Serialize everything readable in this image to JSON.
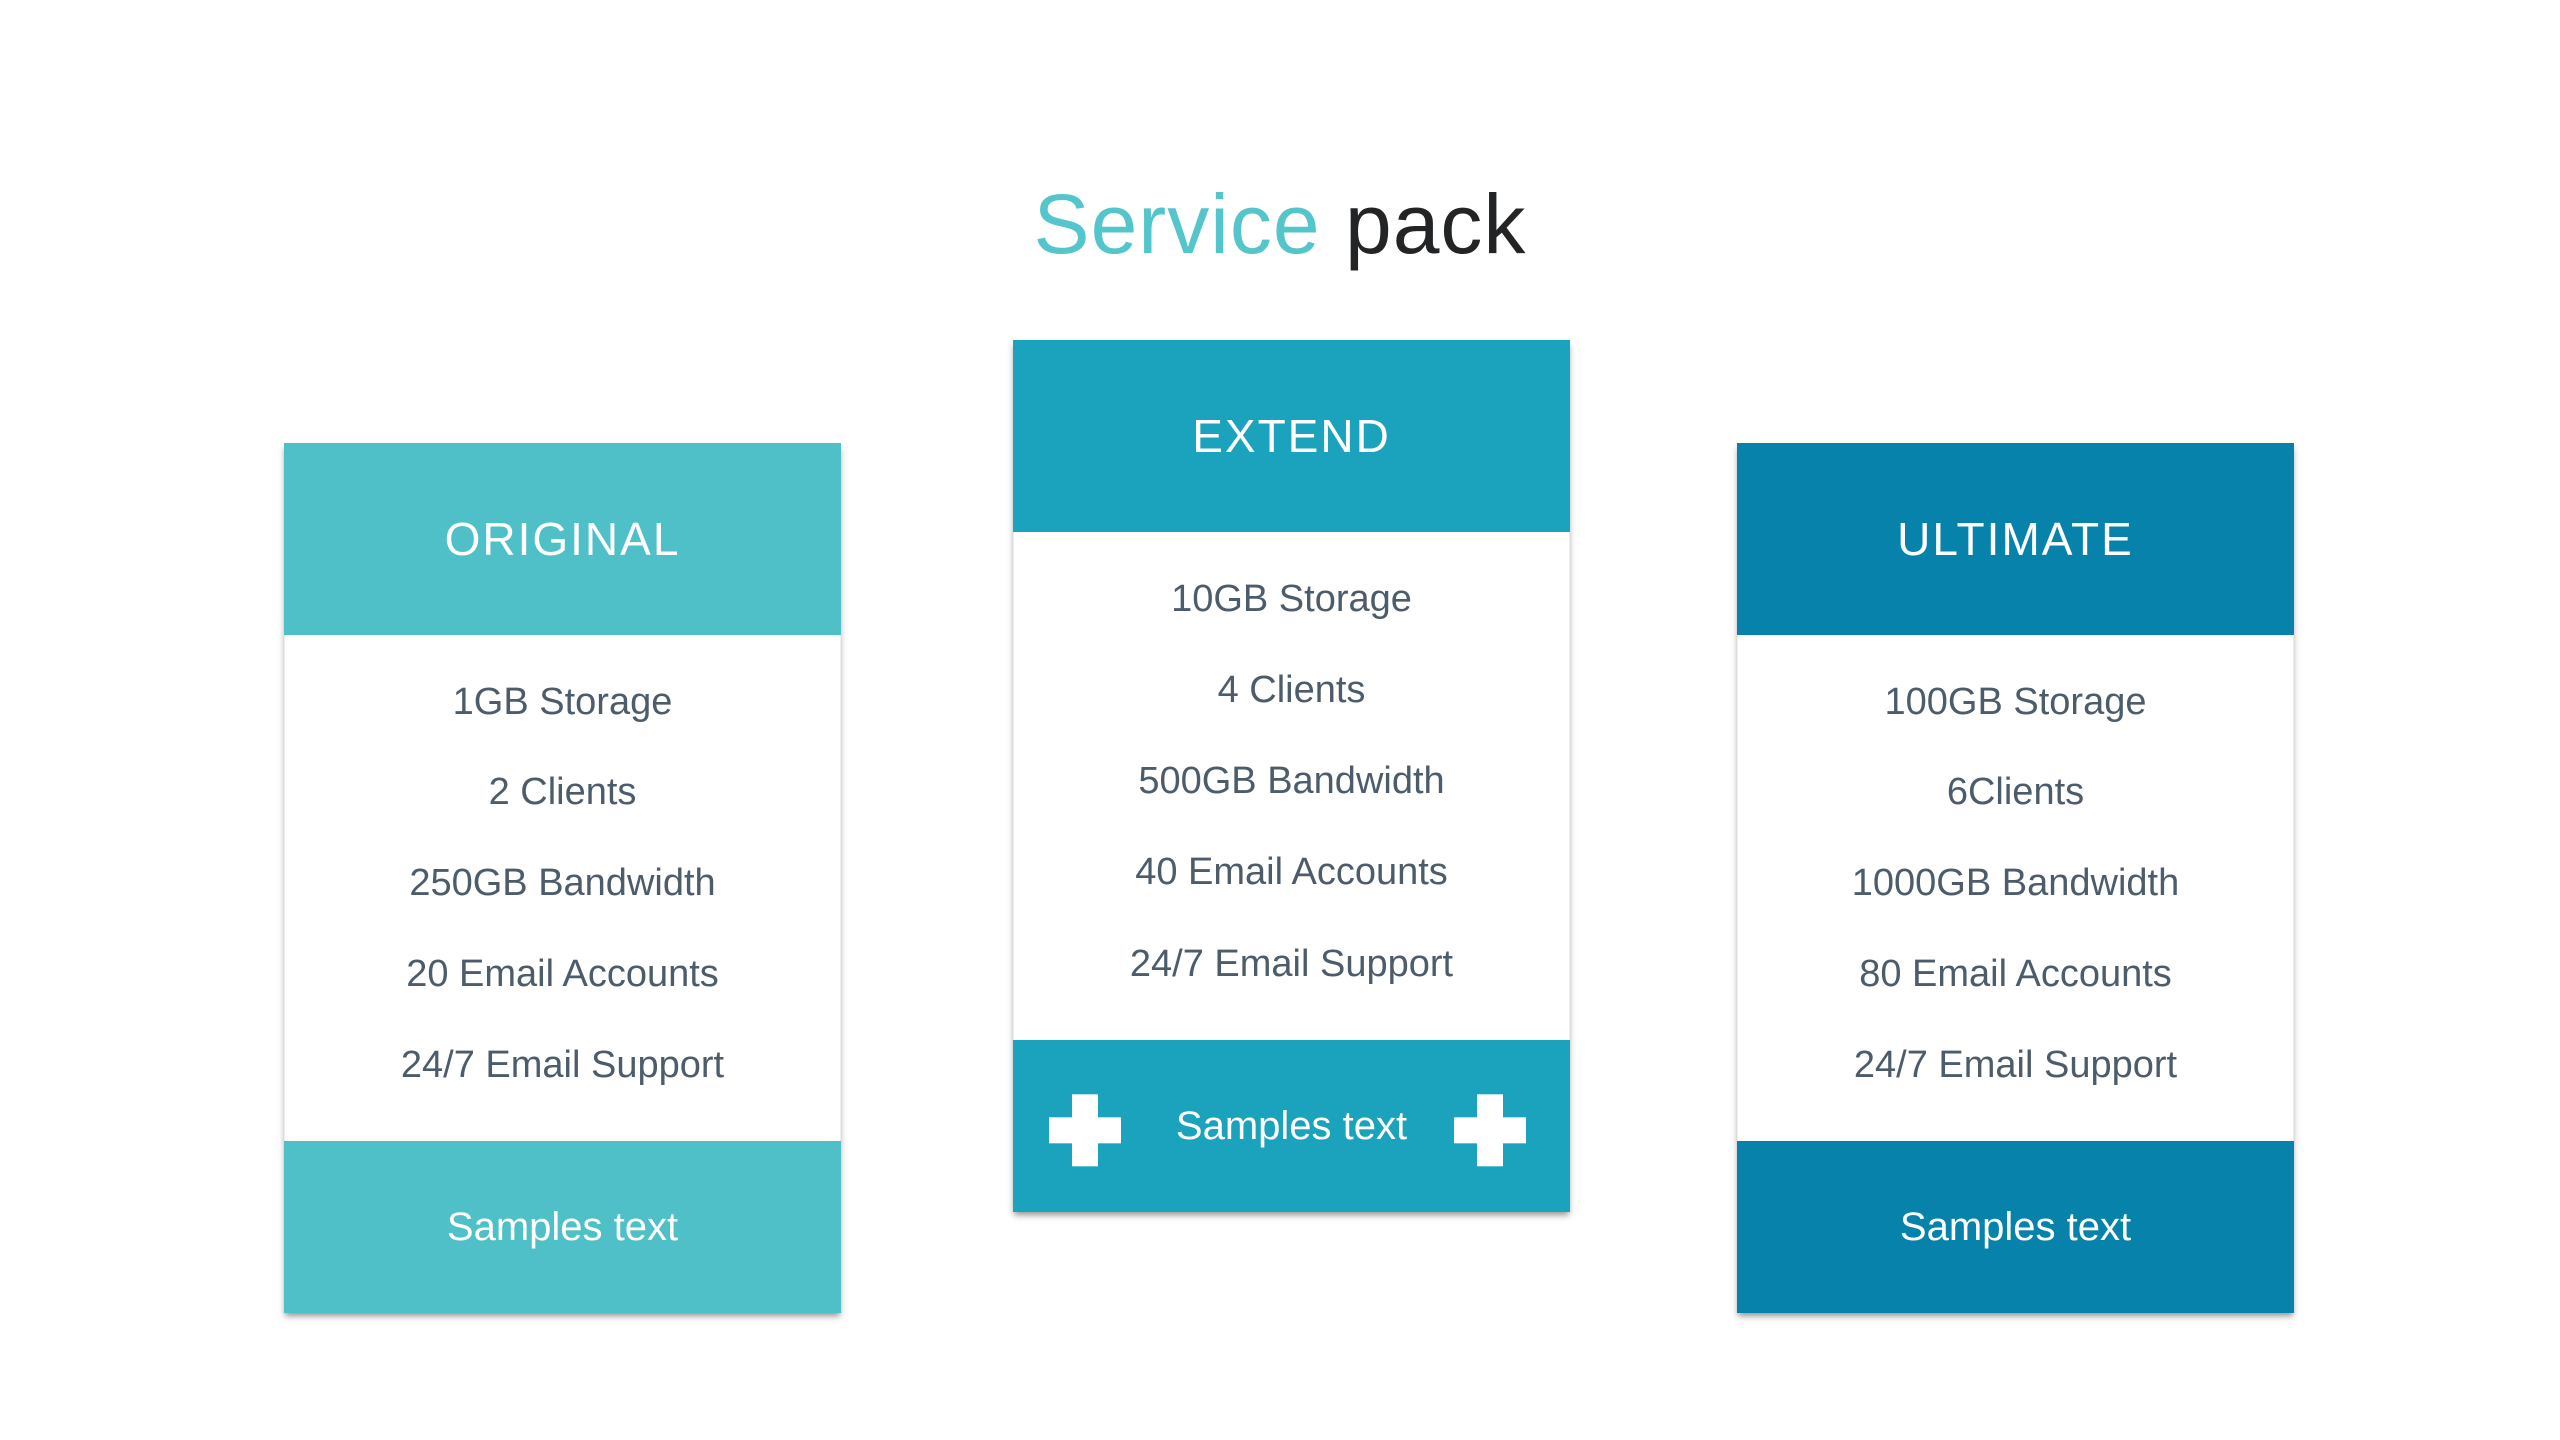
{
  "page": {
    "title_accent": "Service",
    "title_rest": " pack"
  },
  "colors": {
    "title_accent": "#53c5cb",
    "title_rest": "#222426",
    "original_accent": "#4fc0c7",
    "extend_accent": "#1ba2bc",
    "ultimate_accent": "#0783ab",
    "feature_text": "#4d5c6b"
  },
  "cards": [
    {
      "name": "ORIGINAL",
      "accent": "#4fc0c7",
      "features": [
        "1GB Storage",
        "2 Clients",
        "250GB Bandwidth",
        "20 Email Accounts",
        "24/7 Email Support"
      ],
      "footer_label": "Samples text",
      "footer_icons": []
    },
    {
      "name": "EXTEND",
      "accent": "#1ba2bc",
      "features": [
        "10GB Storage",
        "4 Clients",
        "500GB Bandwidth",
        "40 Email Accounts",
        "24/7 Email Support"
      ],
      "footer_label": "Samples text",
      "footer_icons": [
        "plus-icon",
        "plus-icon"
      ]
    },
    {
      "name": "ULTIMATE",
      "accent": "#0783ab",
      "features": [
        "100GB Storage",
        "6Clients",
        "1000GB Bandwidth",
        "80 Email Accounts",
        "24/7 Email Support"
      ],
      "footer_label": "Samples text",
      "footer_icons": []
    }
  ]
}
